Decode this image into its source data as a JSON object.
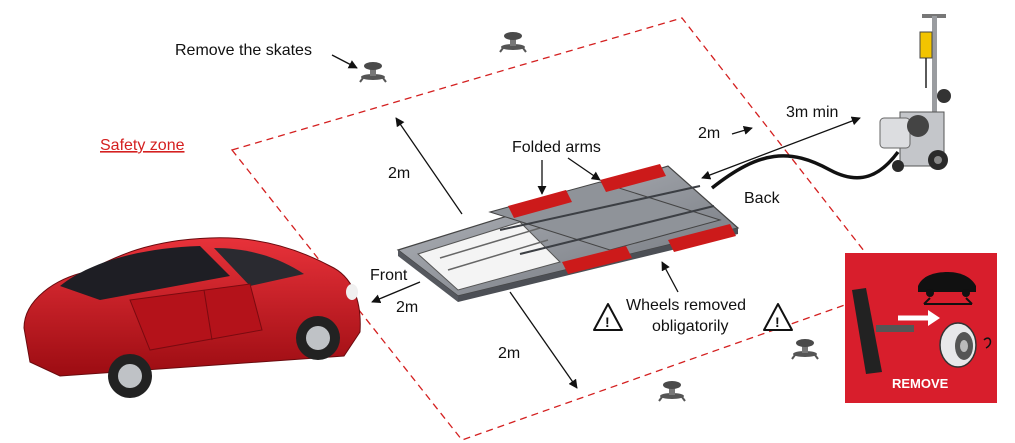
{
  "labels": {
    "remove_skates": "Remove the skates",
    "safety_zone": "Safety zone",
    "folded_arms": "Folded arms",
    "three_m_min": "3m min",
    "two_m_back": "2m",
    "back": "Back",
    "two_m_left": "2m",
    "front": "Front",
    "two_m_front": "2m",
    "two_m_bottom": "2m",
    "wheels_line1": "Wheels removed",
    "wheels_line2": "obligatorily"
  },
  "remove_panel": {
    "label": "REMOVE"
  },
  "warning_symbol": "!",
  "colors": {
    "safety_zone": "#d42020",
    "arm_pads": "#cc1a1a",
    "car_body": "#c8141c",
    "remove_panel_bg": "#d81e2c"
  },
  "icons": [
    "skate-icon",
    "warning-icon",
    "lift-platform",
    "power-unit",
    "car"
  ]
}
